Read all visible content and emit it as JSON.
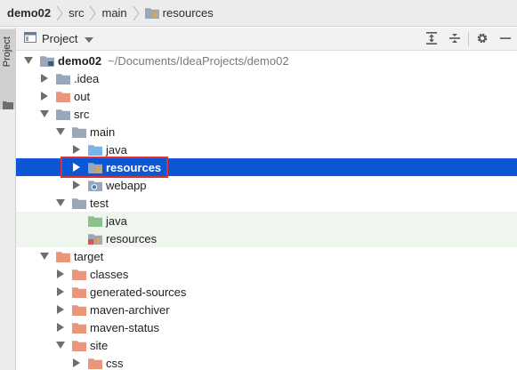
{
  "breadcrumb": {
    "items": [
      {
        "label": "demo02",
        "bold": true,
        "icon": null
      },
      {
        "label": "src",
        "bold": false,
        "icon": null
      },
      {
        "label": "main",
        "bold": false,
        "icon": null
      },
      {
        "label": "resources",
        "bold": false,
        "icon": "resources-folder-icon"
      }
    ]
  },
  "toolstrip": {
    "tab_label": "Project",
    "tab_icon": "folder-icon"
  },
  "panel_header": {
    "view_title": "Project",
    "actions": [
      {
        "name": "expand-all-button",
        "icon": "expand-all-icon"
      },
      {
        "name": "collapse-all-button",
        "icon": "collapse-all-icon"
      },
      {
        "name": "settings-button",
        "icon": "gear-icon"
      },
      {
        "name": "hide-button",
        "icon": "minimize-icon"
      }
    ]
  },
  "colors": {
    "folder_gray": "#9aa7b8",
    "folder_orange": "#e9967a",
    "folder_blue": "#79b4e6",
    "folder_green": "#8cc08f",
    "selection": "#0d56d6",
    "test_tint": "#eef6ee",
    "highlight": "#e03131"
  },
  "tree": {
    "rows": [
      {
        "label": "demo02",
        "path": "~/Documents/IdeaProjects/demo02",
        "level": 0,
        "arrow": "down",
        "icon": "module-folder",
        "bold": true
      },
      {
        "label": ".idea",
        "level": 1,
        "arrow": "right",
        "icon": "folder-gray"
      },
      {
        "label": "out",
        "level": 1,
        "arrow": "right",
        "icon": "folder-orange"
      },
      {
        "label": "src",
        "level": 1,
        "arrow": "down",
        "icon": "folder-gray"
      },
      {
        "label": "main",
        "level": 2,
        "arrow": "down",
        "icon": "folder-gray"
      },
      {
        "label": "java",
        "level": 3,
        "arrow": "right",
        "icon": "folder-blue"
      },
      {
        "label": "resources",
        "level": 3,
        "arrow": "right",
        "icon": "resources-folder",
        "selected": true
      },
      {
        "label": "webapp",
        "level": 3,
        "arrow": "right",
        "icon": "web-folder"
      },
      {
        "label": "test",
        "level": 2,
        "arrow": "down",
        "icon": "folder-gray"
      },
      {
        "label": "java",
        "level": 3,
        "arrow": "none",
        "icon": "folder-green",
        "tint": true
      },
      {
        "label": "resources",
        "level": 3,
        "arrow": "none",
        "icon": "test-resources-folder",
        "tint": true
      },
      {
        "label": "target",
        "level": 1,
        "arrow": "down",
        "icon": "folder-orange"
      },
      {
        "label": "classes",
        "level": 2,
        "arrow": "right",
        "icon": "folder-orange"
      },
      {
        "label": "generated-sources",
        "level": 2,
        "arrow": "right",
        "icon": "folder-orange"
      },
      {
        "label": "maven-archiver",
        "level": 2,
        "arrow": "right",
        "icon": "folder-orange"
      },
      {
        "label": "maven-status",
        "level": 2,
        "arrow": "right",
        "icon": "folder-orange"
      },
      {
        "label": "site",
        "level": 2,
        "arrow": "down",
        "icon": "folder-orange"
      },
      {
        "label": "css",
        "level": 3,
        "arrow": "right",
        "icon": "folder-orange"
      }
    ]
  }
}
